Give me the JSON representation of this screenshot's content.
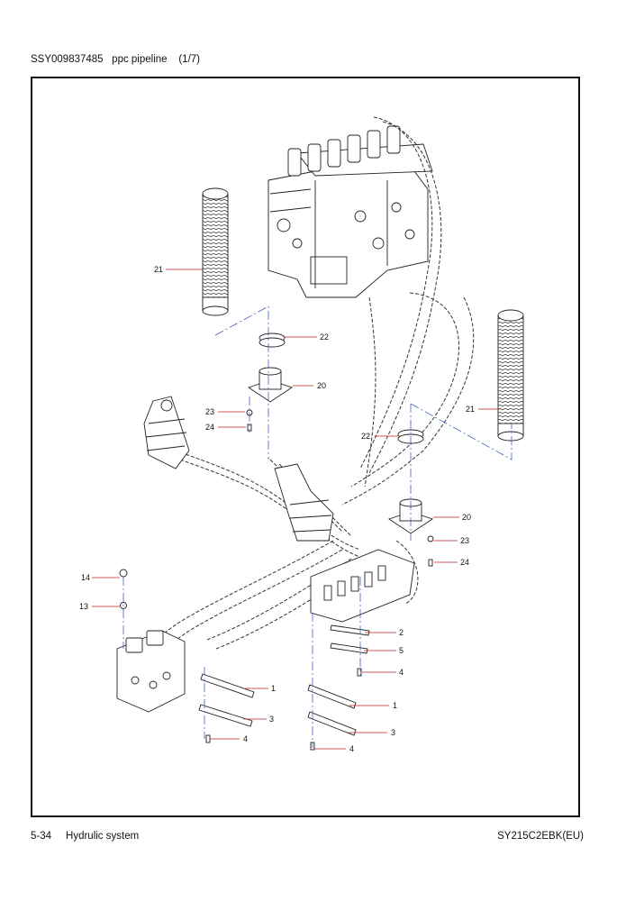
{
  "header": {
    "part_no": "SSY009837485",
    "title": "ppc pipeline",
    "sheet": "(1/7)"
  },
  "footer": {
    "page": "5-34",
    "section": "Hydrulic system",
    "model": "SY215C2EBK(EU)"
  },
  "callouts": [
    {
      "id": "c21a",
      "text": "21"
    },
    {
      "id": "c22a",
      "text": "22"
    },
    {
      "id": "c20a",
      "text": "20"
    },
    {
      "id": "c23a",
      "text": "23"
    },
    {
      "id": "c24a",
      "text": "24"
    },
    {
      "id": "c21b",
      "text": "21"
    },
    {
      "id": "c22b",
      "text": "22"
    },
    {
      "id": "c20b",
      "text": "20"
    },
    {
      "id": "c23b",
      "text": "23"
    },
    {
      "id": "c24b",
      "text": "24"
    },
    {
      "id": "c14",
      "text": "14"
    },
    {
      "id": "c13",
      "text": "13"
    },
    {
      "id": "c2",
      "text": "2"
    },
    {
      "id": "c5",
      "text": "5"
    },
    {
      "id": "c4a",
      "text": "4"
    },
    {
      "id": "c1a",
      "text": "1"
    },
    {
      "id": "c3a",
      "text": "3"
    },
    {
      "id": "c4b",
      "text": "4"
    },
    {
      "id": "c1b",
      "text": "1"
    },
    {
      "id": "c3b",
      "text": "3"
    },
    {
      "id": "c4c",
      "text": "4"
    }
  ]
}
